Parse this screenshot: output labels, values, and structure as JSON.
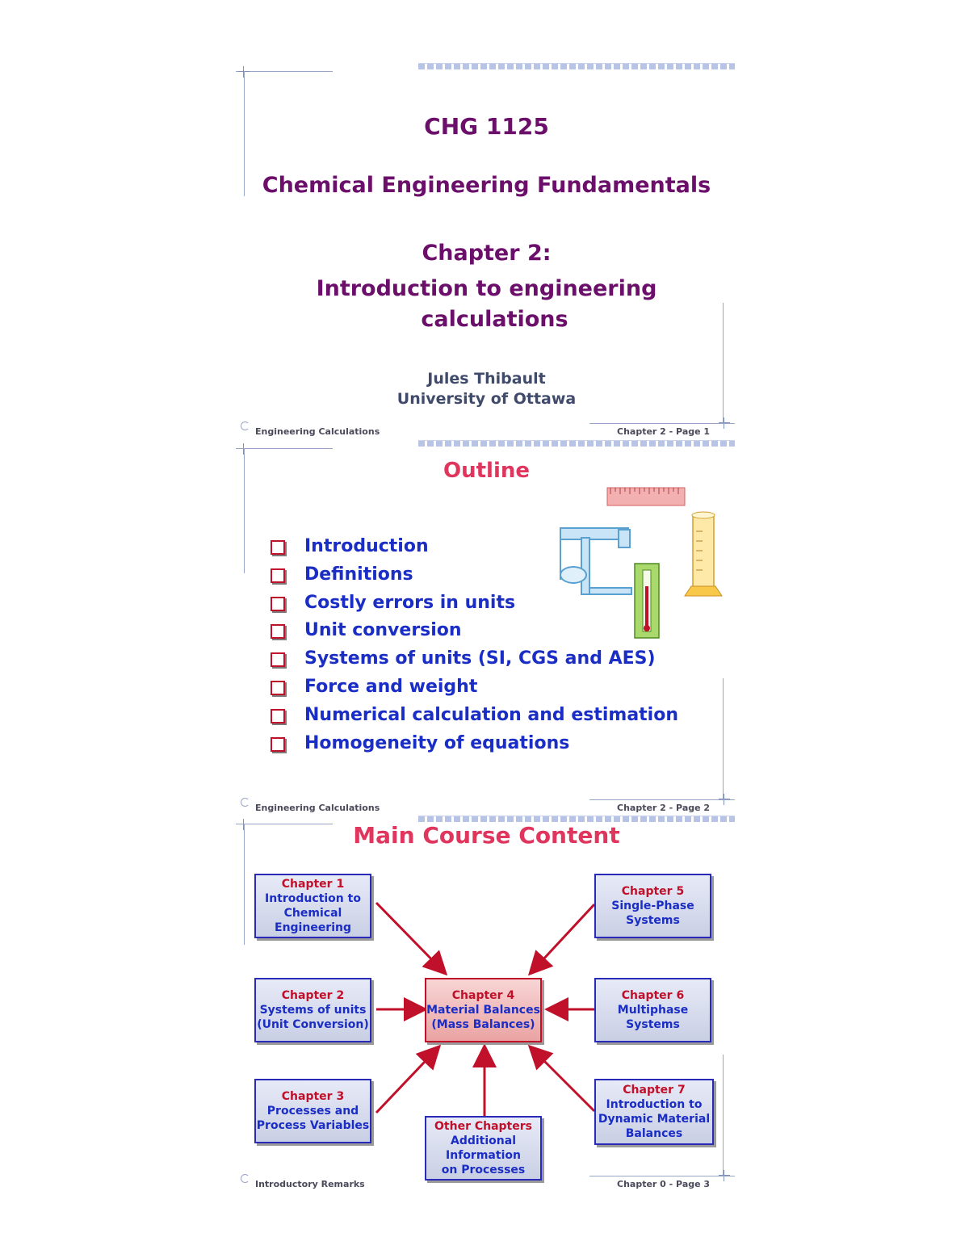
{
  "slide1": {
    "course_code": "CHG 1125",
    "course_name": "Chemical Engineering Fundamentals",
    "chapter_heading": "Chapter 2:",
    "chapter_title_line1": "Introduction to engineering",
    "chapter_title_line2": "calculations",
    "author": "Jules Thibault",
    "institution": "University of Ottawa",
    "footer_left": "Engineering Calculations",
    "footer_right": "Chapter 2 - Page 1"
  },
  "slide2": {
    "title": "Outline",
    "items": [
      "Introduction",
      "Definitions",
      "Costly errors in units",
      "Unit conversion",
      "Systems of units (SI, CGS and AES)",
      "Force and weight",
      "Numerical calculation and estimation",
      "Homogeneity of equations"
    ],
    "footer_left": "Engineering Calculations",
    "footer_right": "Chapter 2 - Page 2"
  },
  "slide3": {
    "title": "Main Course Content",
    "boxes": {
      "ch1": {
        "chapter": "Chapter 1",
        "lines": [
          "Introduction to",
          "Chemical",
          "Engineering"
        ]
      },
      "ch2": {
        "chapter": "Chapter 2",
        "lines": [
          "Systems of units",
          "(Unit Conversion)"
        ]
      },
      "ch3": {
        "chapter": "Chapter 3",
        "lines": [
          "Processes and",
          "Process Variables"
        ]
      },
      "ch4": {
        "chapter": "Chapter 4",
        "lines": [
          "Material Balances",
          "(Mass Balances)"
        ]
      },
      "ch5": {
        "chapter": "Chapter 5",
        "lines": [
          "Single-Phase",
          "Systems"
        ]
      },
      "ch6": {
        "chapter": "Chapter 6",
        "lines": [
          "Multiphase",
          "Systems"
        ]
      },
      "ch7": {
        "chapter": "Chapter 7",
        "lines": [
          "Introduction to",
          "Dynamic Material",
          "Balances"
        ]
      },
      "other": {
        "chapter": "Other Chapters",
        "lines": [
          "Additional",
          "Information",
          "on Processes"
        ]
      }
    },
    "footer_left": "Introductory Remarks",
    "footer_right": "Chapter 0 - Page 3"
  },
  "colors": {
    "title_purple": "#6b0f6b",
    "title_red": "#e0365e",
    "list_blue": "#1a2dc4",
    "chapter_red": "#c0102a"
  }
}
